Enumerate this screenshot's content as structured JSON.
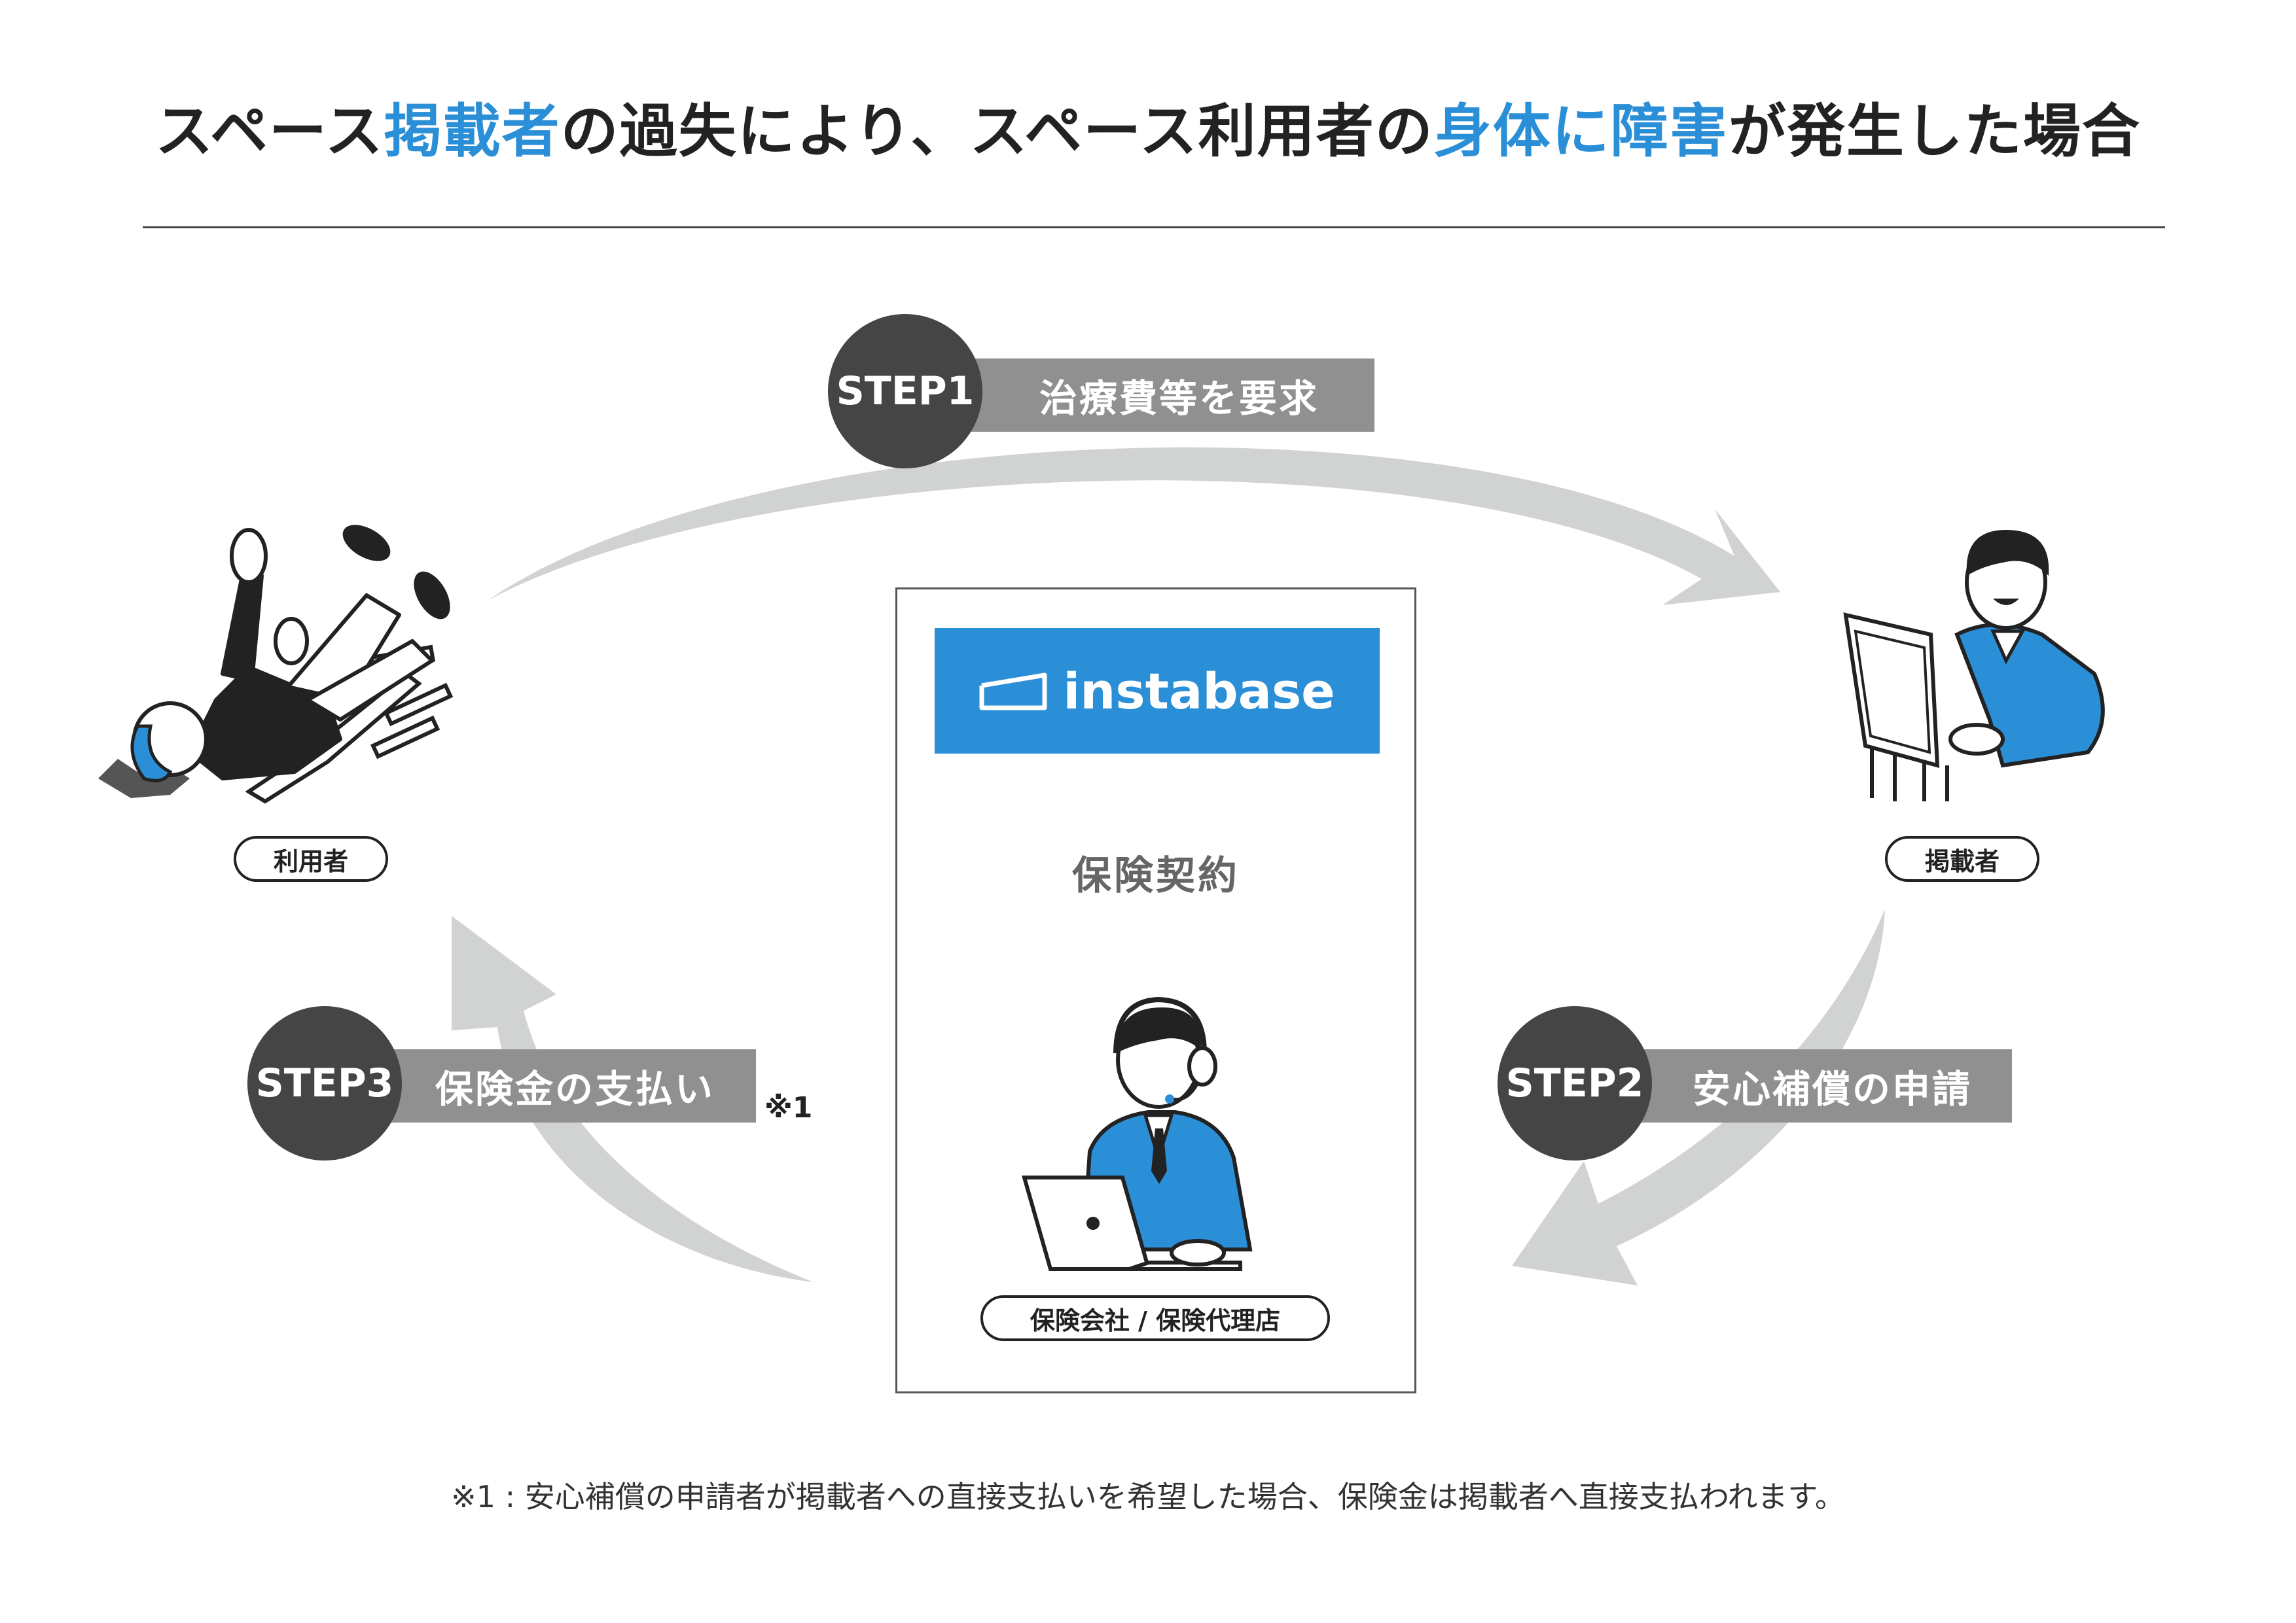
{
  "title": {
    "part1": "スペース",
    "part2": "掲載者",
    "part3": "の過失により、スペース利用者の",
    "part4": "身体に障害",
    "part5": "が発生した場合"
  },
  "colors": {
    "accent": "#2b8fd8",
    "badge": "#454545",
    "bar": "#909090",
    "arrow": "#d1d2d2"
  },
  "steps": [
    {
      "badge": "STEP1",
      "label": "治療費等を要求"
    },
    {
      "badge": "STEP2",
      "label": "安心補償の申請"
    },
    {
      "badge": "STEP3",
      "label": "保険金の支払い",
      "note": "※1"
    }
  ],
  "actors": {
    "user": {
      "label": "利用者",
      "icon": "falling-person-icon"
    },
    "host": {
      "label": "掲載者",
      "icon": "person-at-podium-icon"
    },
    "insurer": {
      "label": "保険会社 / 保険代理店",
      "icon": "headset-operator-icon"
    }
  },
  "center": {
    "logo_text": "instabase",
    "logo_icon": "house-outline-icon",
    "contract_label": "保険契約"
  },
  "footnote": "※1 : 安心補償の申請者が掲載者への直接支払いを希望した場合、保険金は掲載者へ直接支払われます。"
}
